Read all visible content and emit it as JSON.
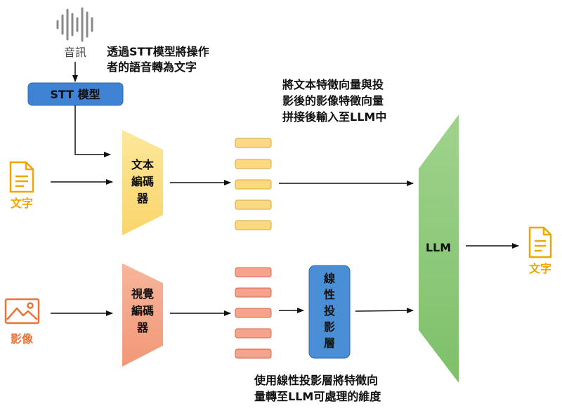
{
  "audio": {
    "label": "音訊",
    "icon": "soundwave-icon"
  },
  "stt": {
    "box_label": "STT 模型",
    "note_lines": [
      "透過STT模型將操作",
      "者的語音轉為文字"
    ],
    "color": "#3f83d4"
  },
  "text_input": {
    "label": "文字",
    "icon": "document-icon",
    "color": "#f0a500"
  },
  "image_input": {
    "label": "影像",
    "icon": "image-icon",
    "color": "#e8743b"
  },
  "text_encoder": {
    "lines": [
      "文本",
      "編碼",
      "器"
    ],
    "color": "#fce08a"
  },
  "vision_encoder": {
    "lines": [
      "視覺",
      "編碼",
      "器"
    ],
    "color": "#f6a98a"
  },
  "projection": {
    "lines": [
      "線",
      "性",
      "投",
      "影",
      "層"
    ],
    "color": "#4a8fd6"
  },
  "llm": {
    "label": "LLM",
    "color": "#8cc97a"
  },
  "output": {
    "label": "文字",
    "icon": "document-icon",
    "color": "#f0a500"
  },
  "notes": {
    "concat": [
      "將文本特徵向量與投",
      "影後的影像特徵向量",
      "拼接後輸入至LLM中"
    ],
    "projection": [
      "使用線性投影層將特徵向",
      "量轉至LLM可處理的維度"
    ]
  }
}
